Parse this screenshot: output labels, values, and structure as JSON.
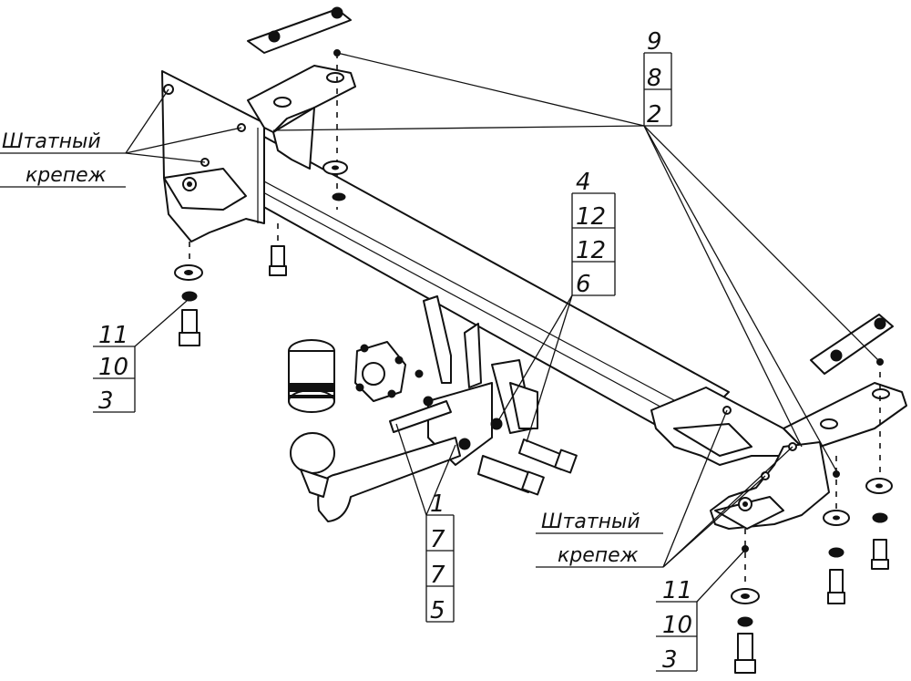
{
  "callouts": {
    "top_right": [
      "9",
      "8",
      "2"
    ],
    "middle": [
      "4",
      "12",
      "12",
      "6"
    ],
    "left_fasteners": [
      "11",
      "10",
      "3"
    ],
    "bottom_center": [
      "1",
      "7",
      "7",
      "5"
    ],
    "right_fasteners": [
      "11",
      "10",
      "3"
    ]
  },
  "notes": {
    "left": [
      "Штатный",
      "крепеж"
    ],
    "right": [
      "Штатный",
      "крепеж"
    ]
  }
}
